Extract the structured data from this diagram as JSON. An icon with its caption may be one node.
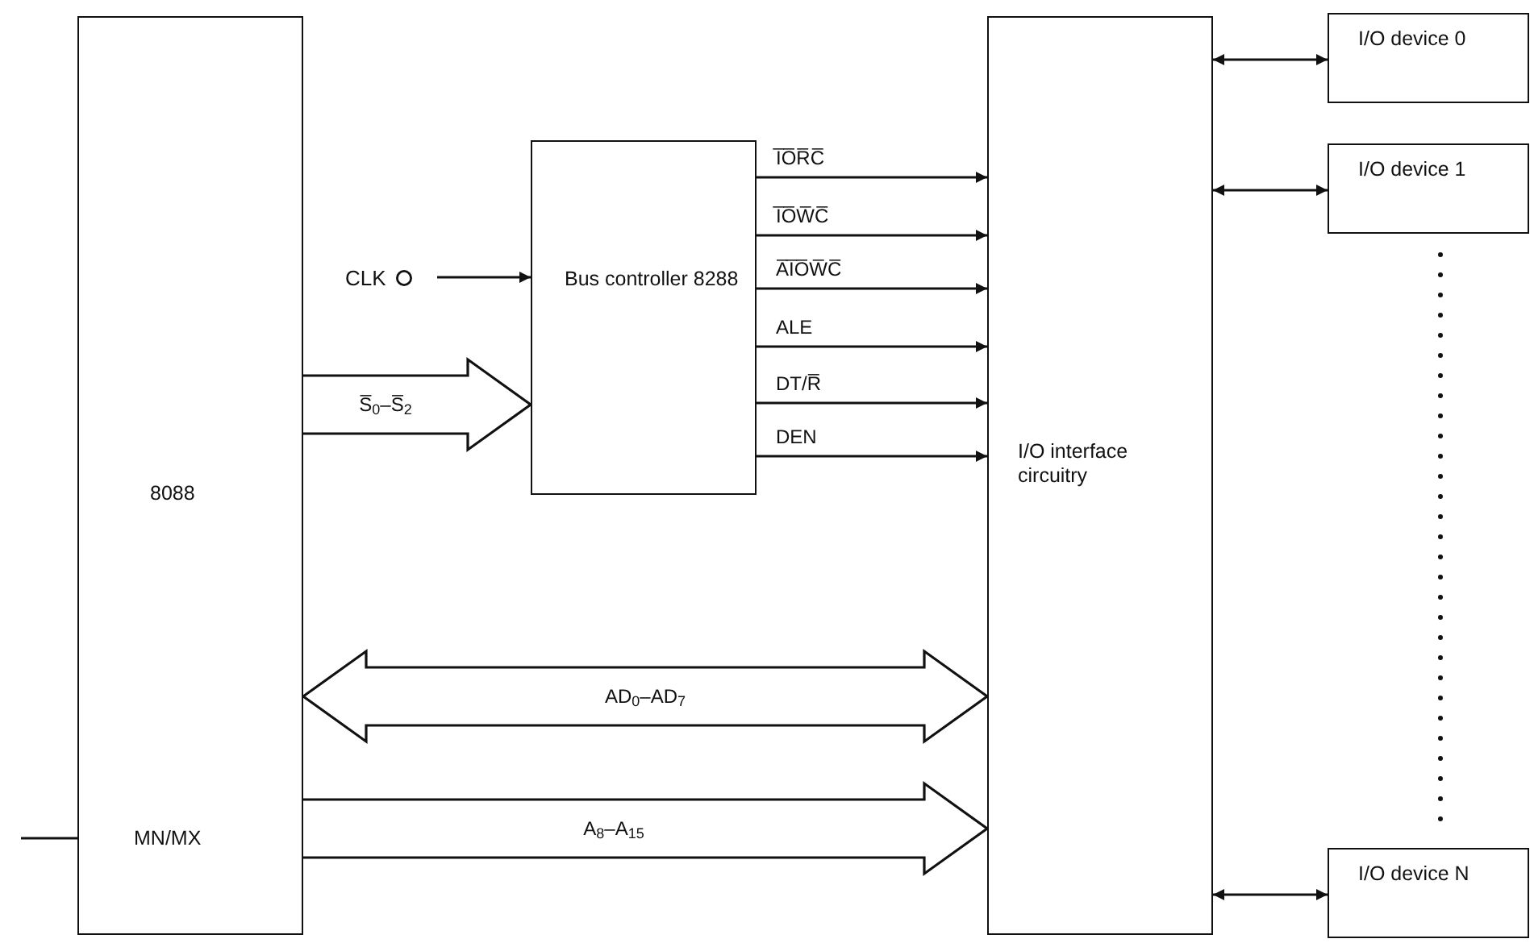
{
  "diagram": {
    "nodes": [
      {
        "text": [
          "8088",
          "MN/MX"
        ]
      },
      {
        "text": [
          "Bus controller 8288"
        ]
      },
      {
        "text": [
          "CLK"
        ]
      },
      {
        "text": [
          "I/O interface circuitry"
        ]
      },
      {
        "text": [
          "I/O device 0"
        ]
      },
      {
        "text": [
          "I/O device 1"
        ]
      },
      {
        "text": [
          "I/O device N"
        ]
      }
    ],
    "edges": [
      {
        "from": null,
        "to": 0,
        "arrow": "none"
      },
      {
        "from": 2,
        "to": 1,
        "arrow": "to"
      },
      {
        "from": 0,
        "to": 1,
        "arrow": "to",
        "label": "S̅$_{0}$–S̅$_{2}$",
        "style": "thick"
      },
      {
        "from": 1,
        "to": 3,
        "arrow": "to",
        "label": "I̅O̅R̅C̅"
      },
      {
        "from": 1,
        "to": 3,
        "arrow": "to",
        "label": "I̅O̅W̅C̅"
      },
      {
        "from": 1,
        "to": 3,
        "arrow": "to",
        "label": "A̅I̅O̅W̅C̅"
      },
      {
        "from": 1,
        "to": 3,
        "arrow": "to",
        "label": "ALE"
      },
      {
        "from": 1,
        "to": 3,
        "arrow": "to",
        "label": "DT/R̅"
      },
      {
        "from": 1,
        "to": 3,
        "arrow": "to",
        "label": "DEN"
      },
      {
        "from": 0,
        "to": 3,
        "arrow": "both",
        "label": "AD$_{0}$–AD$_{7}$",
        "style": "thick"
      },
      {
        "from": 0,
        "to": 3,
        "arrow": "to",
        "label": "A$_{8}$–A$_{15}$",
        "style": "thick"
      },
      {
        "from": 3,
        "to": 4,
        "arrow": "both"
      },
      {
        "from": 3,
        "to": 5,
        "arrow": "both"
      },
      {
        "from": 3,
        "to": 6,
        "arrow": "both"
      }
    ]
  }
}
